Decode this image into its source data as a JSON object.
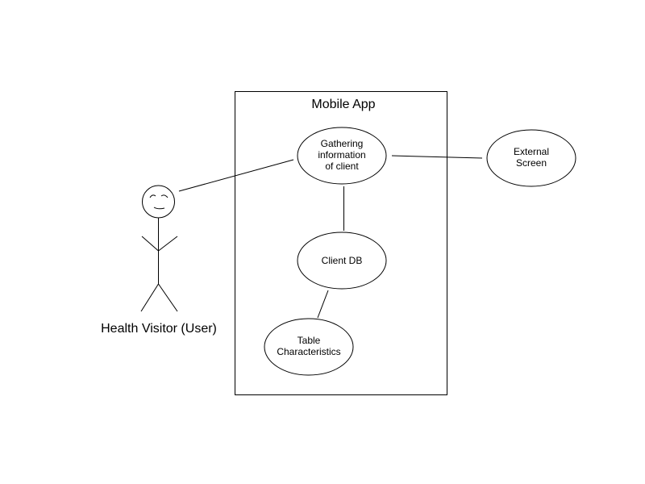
{
  "diagram": {
    "system": {
      "title": "Mobile App"
    },
    "actor": {
      "label": "Health Visitor (User)"
    },
    "use_cases": {
      "gathering": {
        "lines": [
          "Gathering",
          "information",
          "of client"
        ]
      },
      "client_db": {
        "lines": [
          "Client DB"
        ]
      },
      "table_characteristics": {
        "lines": [
          "Table",
          "Characteristics"
        ]
      },
      "external_screen": {
        "lines": [
          "External",
          "Screen"
        ]
      }
    }
  }
}
